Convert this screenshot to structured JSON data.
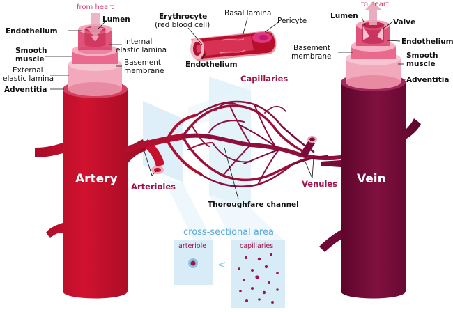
{
  "colors": {
    "artery": "#c8102e",
    "artery_dark": "#9e0b24",
    "vein": "#7a0a3a",
    "vein_dark": "#5c062b",
    "capillary": "#8e0f3d",
    "accent": "#a0134a",
    "pink_light": "#f4b6c6",
    "pink_mid": "#e66c8e",
    "blue_panel": "#d8ecf8"
  },
  "direction": {
    "from_heart": "from heart",
    "to_heart": "to heart"
  },
  "artery": {
    "title": "Artery",
    "layers": {
      "endothelium": "Endothelium",
      "lumen": "Lumen",
      "internal_1": "Internal",
      "internal_2": "elastic lamina",
      "smooth_1": "Smooth",
      "smooth_2": "muscle",
      "basement_1": "Basement",
      "basement_2": "membrane",
      "external_1": "External",
      "external_2": "elastic lamina",
      "adventitia": "Adventitia"
    }
  },
  "capillary_detail": {
    "erythrocyte_1": "Erythrocyte",
    "erythrocyte_2": "(red blood cell)",
    "basal_lamina": "Basal lamina",
    "pericyte": "Pericyte",
    "endothelium": "Endothelium",
    "title": "Capillaries"
  },
  "vein": {
    "title": "Vein",
    "layers": {
      "lumen": "Lumen",
      "valve": "Valve",
      "endothelium": "Endothelium",
      "basement_1": "Basement",
      "basement_2": "membrane",
      "smooth_1": "Smooth",
      "smooth_2": "muscle",
      "adventitia": "Adventitia"
    }
  },
  "network": {
    "arterioles": "Arterioles",
    "venules": "Venules",
    "thoroughfare": "Thoroughfare channel"
  },
  "cross_section": {
    "title": "cross-sectional area",
    "arteriole": "arteriole",
    "capillaries": "capillaries",
    "comparator": "<"
  }
}
